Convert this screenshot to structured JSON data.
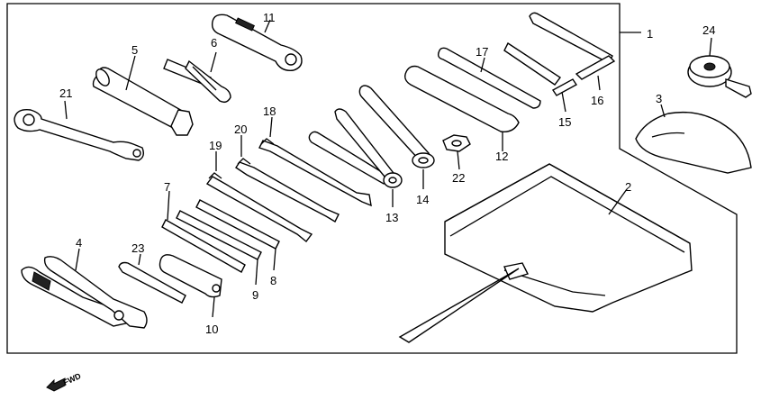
{
  "callouts": {
    "c1": "1",
    "c2": "2",
    "c3": "3",
    "c4": "4",
    "c5": "5",
    "c6": "6",
    "c7": "7",
    "c8": "8",
    "c9": "9",
    "c10": "10",
    "c11": "11",
    "c12": "12",
    "c13": "13",
    "c14": "14",
    "c15": "15",
    "c16": "16",
    "c17": "17",
    "c18": "18",
    "c19": "19",
    "c20": "20",
    "c21": "21",
    "c22": "22",
    "c23": "23",
    "c24": "24"
  },
  "direction_marker": "FWD"
}
